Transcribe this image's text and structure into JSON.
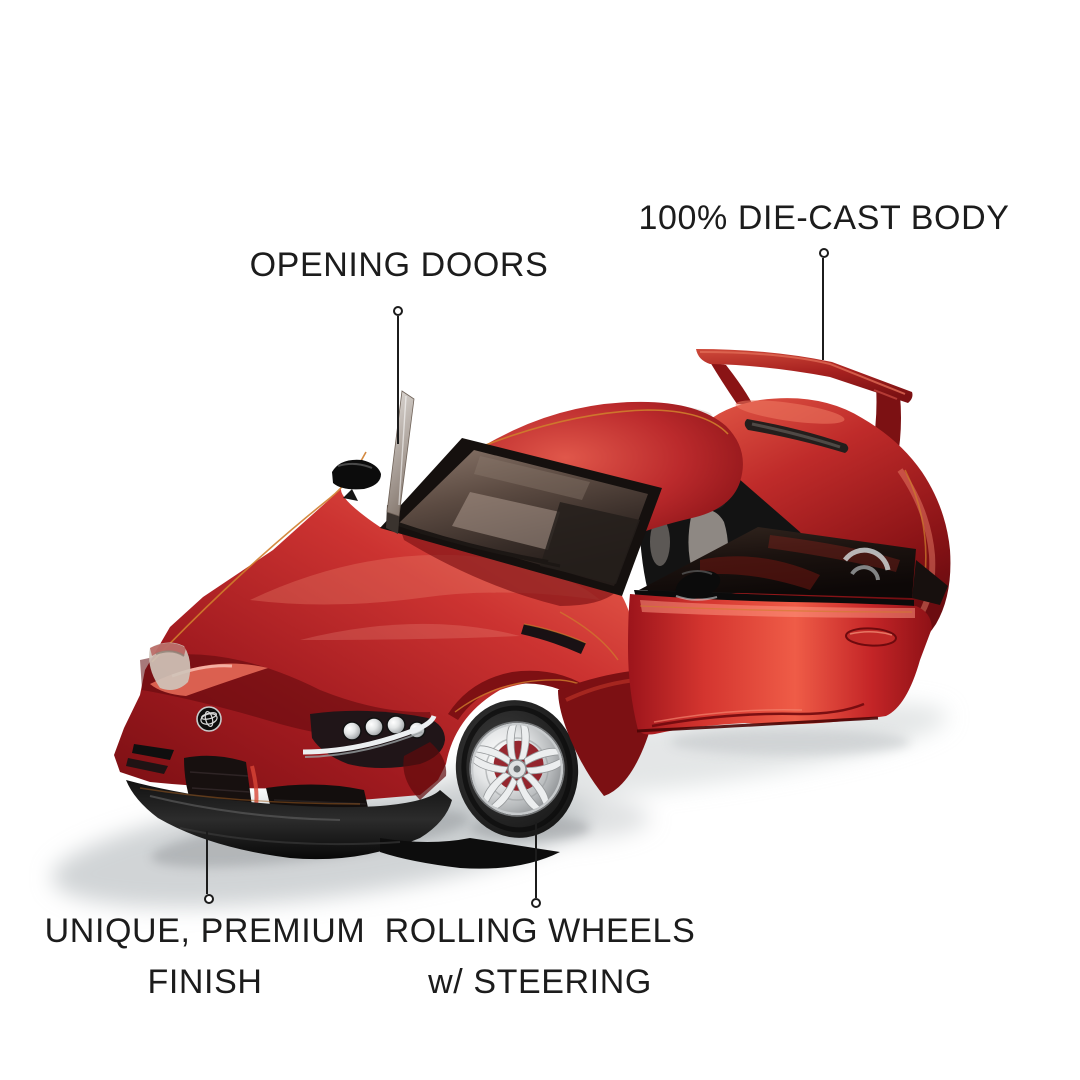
{
  "image_alt": "Candy red die-cast Toyota GR Supra model car shown from front three-quarter view with driver door open, raised door glass and large rear wing, on a white background",
  "callouts": {
    "die_cast": {
      "label": "100% DIE-CAST BODY"
    },
    "opening_doors": {
      "label": "OPENING DOORS"
    },
    "premium_finish": {
      "line1": "UNIQUE, PREMIUM",
      "line2": "FINISH"
    },
    "rolling_wheels": {
      "line1": "ROLLING WHEELS",
      "line2": "w/ STEERING"
    }
  },
  "colors": {
    "background": "#ffffff",
    "text": "#1c1c1c",
    "leader_line": "#1c1c1c",
    "body_red": "#c0242b",
    "body_red_light": "#ef6b54",
    "body_red_dark": "#7a0f13",
    "accent_pinstripe_gold": "#cf7d2c",
    "glass_smoke": "#5c4b42",
    "chrome": "#d6d8da",
    "tire_black": "#1a1a1a",
    "shadow_gray": "#b3b7ba"
  }
}
